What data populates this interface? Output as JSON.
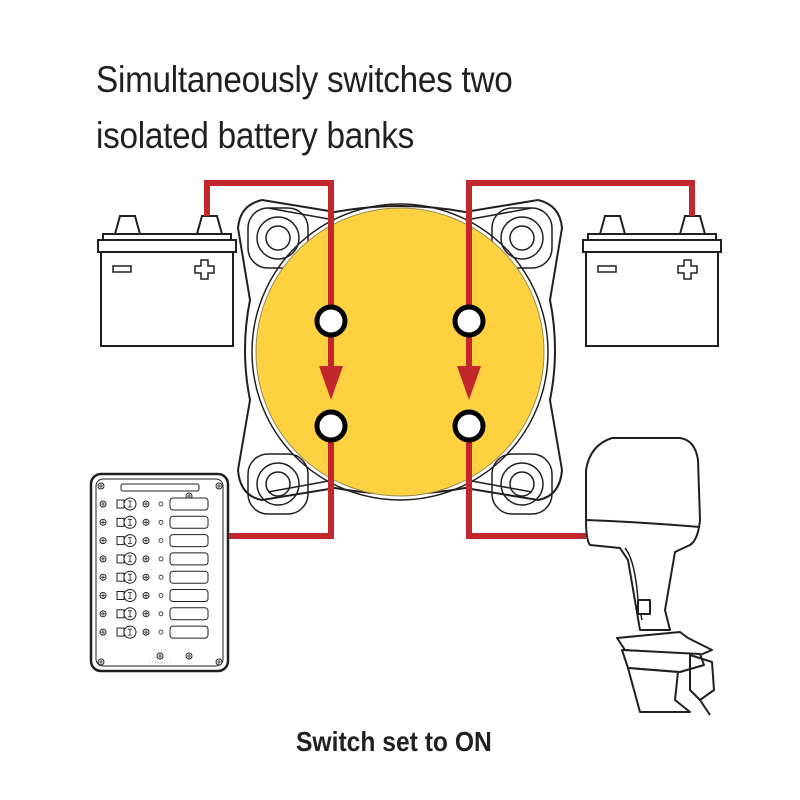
{
  "title": {
    "line1": "Simultaneously switches two",
    "line2": "isolated battery banks"
  },
  "caption": "Switch set to ON",
  "switch": {
    "state": "ON",
    "body_color": "#fdd13f",
    "terminals": 4
  },
  "components": {
    "battery_left": {
      "negative_symbol": "−",
      "positive_symbol": "+"
    },
    "battery_right": {
      "negative_symbol": "−",
      "positive_symbol": "+"
    },
    "switch_panel": {
      "circuit_count": 8
    },
    "outboard_motor": {}
  },
  "colors": {
    "wire": "#c1272d",
    "outline": "#231f20",
    "switch_yellow": "#fdd13f"
  }
}
